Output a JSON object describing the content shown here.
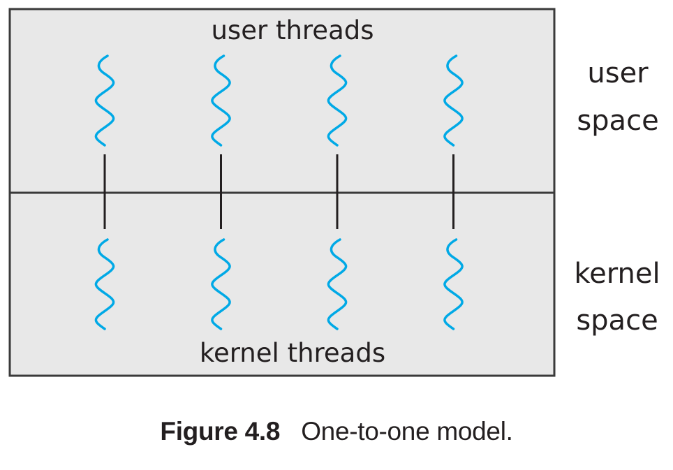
{
  "diagram": {
    "title": "One-to-one model",
    "regions": {
      "user": {
        "title": "user threads",
        "side_label_line1": "user",
        "side_label_line2": "space"
      },
      "kernel": {
        "title": "kernel threads",
        "side_label_line1": "kernel",
        "side_label_line2": "space"
      }
    },
    "thread_pairs": [
      {
        "user_thread": "user thread 1",
        "kernel_thread": "kernel thread 1"
      },
      {
        "user_thread": "user thread 2",
        "kernel_thread": "kernel thread 2"
      },
      {
        "user_thread": "user thread 3",
        "kernel_thread": "kernel thread 3"
      },
      {
        "user_thread": "user thread 4",
        "kernel_thread": "kernel thread 4"
      }
    ],
    "colors": {
      "box_fill": "#e8e8e8",
      "box_border": "#3a3a3a",
      "thread_wave": "#00a9e6",
      "connector": "#231f20",
      "text": "#231f20"
    }
  },
  "caption": {
    "figure_number": "Figure 4.8",
    "text": "One-to-one model."
  }
}
